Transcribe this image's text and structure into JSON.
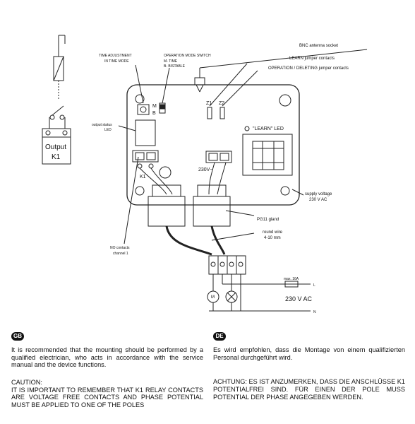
{
  "diagram": {
    "labels": {
      "time_adjustment_1": "TIME ADJUSTMENT",
      "time_adjustment_2": "IN TIME MODE",
      "op_mode_1": "OPERATION MODE SWITCH",
      "op_mode_2": "M- TIME",
      "op_mode_3": "B- BISTABLE",
      "bnc": "BNC antenna socket",
      "learn_jumper": "LEARN jumper contacts",
      "op_deleting": "OPERATION / DELETING jumper contacts",
      "switch_m": "M",
      "switch_b": "B",
      "output_status_1": "output status",
      "output_status_2": "LED",
      "z1": "Z1",
      "z2": "Z2",
      "learn_led": "\"LEARN\" LED",
      "v230": "230V~",
      "k1": "K1",
      "supply_1": "supply voltage",
      "supply_2": "230 V AC",
      "pg11": "PG11 gland",
      "round_wire_1": "round wire",
      "round_wire_2": "4-10 mm",
      "no_contacts_1": "NO contacts",
      "no_contacts_2": "channel 1",
      "output": "Output",
      "output_k1": "K1",
      "fuse": "max. 16A",
      "l": "L",
      "n": "N",
      "ac": "230 V AC",
      "motor": "M"
    }
  },
  "gb": {
    "flag": "GB",
    "para": "It is recommended that the mounting should be performed by a qualified electrician, who acts in accordance with the service manual and the device functions.",
    "caution_title": "CAUTION:",
    "caution_text": "IT IS IMPORTANT TO REMEMBER THAT K1 RELAY CONTACTS ARE VOLTAGE FREE CONTACTS AND PHASE POTENTIAL MUST BE APPLIED TO ONE OF THE POLES"
  },
  "de": {
    "flag": "DE",
    "para": "Es wird empfohlen, dass die Montage von einem qualifizierten Personal durchgeführt wird.",
    "caution_text": "ACHTUNG: ES IST ANZUMERKEN, DASS DIE ANSCHLÜSSE K1 POTENTIALFREI SIND. FÜR EINEN DER POLE MUSS POTENTIAL DER PHASE ANGEGEBEN WERDEN."
  }
}
